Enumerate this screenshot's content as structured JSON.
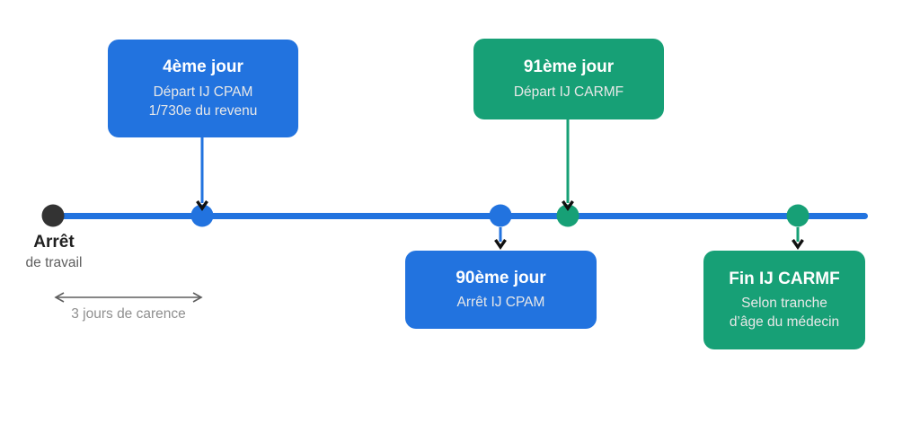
{
  "palette": {
    "blue": "#2273df",
    "green": "#17a076",
    "dark_dot": "#333333",
    "arrowhead": "#111111",
    "text_dark": "#212121",
    "text_gray": "#5f5f5f",
    "text_light_gray": "#8f8f8f",
    "card_text": "#ffffff",
    "card_subtext": "#e8e8e8"
  },
  "start_label": {
    "title": "Arrêt",
    "subtitle": "de travail"
  },
  "carence": {
    "label": "3 jours de carence"
  },
  "events": [
    {
      "title": "4ème jour",
      "lines": [
        "Départ IJ CPAM",
        "1/730e du revenu"
      ],
      "color": "blue",
      "side": "above"
    },
    {
      "title": "91ème jour",
      "lines": [
        "Départ IJ CARMF"
      ],
      "color": "green",
      "side": "above"
    },
    {
      "title": "90ème jour",
      "lines": [
        "Arrêt IJ CPAM"
      ],
      "color": "blue",
      "side": "below"
    },
    {
      "title": "Fin IJ CARMF",
      "lines": [
        "Selon tranche",
        "d’âge du médecin"
      ],
      "color": "green",
      "side": "below"
    }
  ]
}
